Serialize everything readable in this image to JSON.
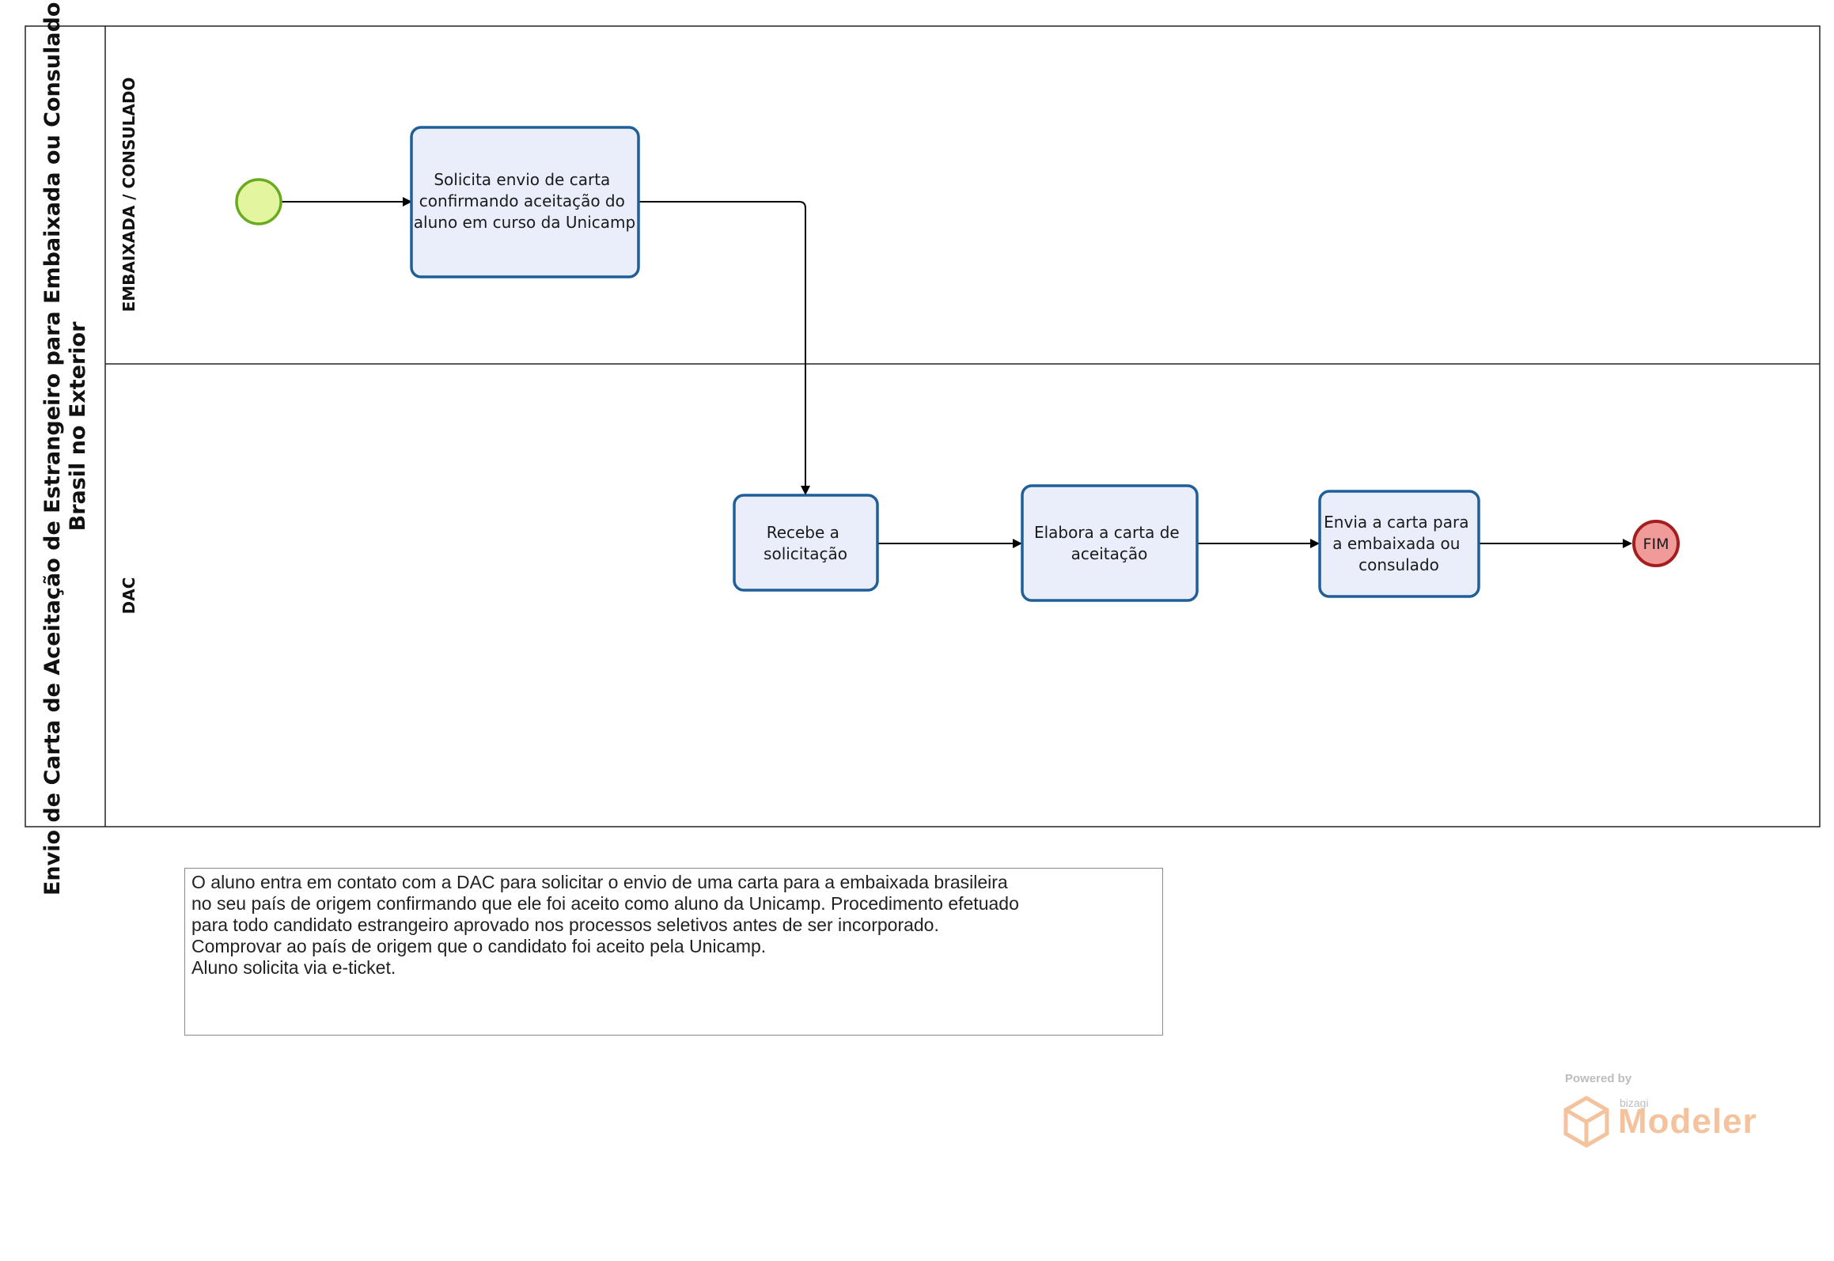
{
  "pool": {
    "title_line1": "Envio de Carta de Aceitação de Estrangeiro para Embaixada ou Consulado do",
    "title_line2": "Brasil no Exterior"
  },
  "lanes": [
    {
      "id": "embaixada",
      "label": "EMBAIXADA / CONSULADO"
    },
    {
      "id": "dac",
      "label": "DAC"
    }
  ],
  "tasks": [
    {
      "id": "solicita",
      "lines": [
        "Solicita envio de carta",
        "confirmando aceitação do",
        "aluno em curso da Unicamp"
      ]
    },
    {
      "id": "recebe",
      "lines": [
        "Recebe a",
        "solicitação"
      ]
    },
    {
      "id": "elabora",
      "lines": [
        "Elabora a carta de",
        "aceitação"
      ]
    },
    {
      "id": "envia",
      "lines": [
        "Envia a carta para",
        "a embaixada ou",
        "consulado"
      ]
    }
  ],
  "end_event": {
    "label": "FIM"
  },
  "annotation": {
    "lines": [
      "O aluno entra em contato com a DAC para solicitar o envio de uma carta para a embaixada brasileira",
      "no seu país de origem confirmando que ele foi aceito como aluno da Unicamp. Procedimento efetuado",
      "para todo candidato estrangeiro aprovado nos processos seletivos antes de ser incorporado.",
      "Comprovar ao país de origem que o candidato foi aceito pela Unicamp.",
      "Aluno solicita via e-ticket."
    ]
  },
  "branding": {
    "powered": "Powered by",
    "vendor": "bizagi",
    "product": "Modeler"
  },
  "colors": {
    "task_fill": "#eaeefb",
    "task_stroke": "#1f5f99",
    "start_fill": "#e4f5a0",
    "start_stroke": "#6aaa1e",
    "end_fill": "#f09a9a",
    "end_stroke": "#a51e1e"
  }
}
